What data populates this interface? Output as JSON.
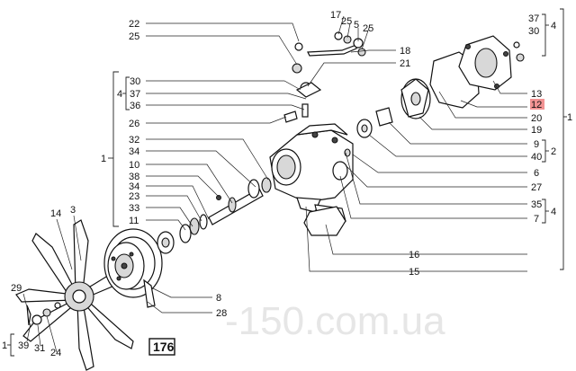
{
  "watermark": "-150.com.ua",
  "figure_number": "176",
  "labels": {
    "l22": "22",
    "l25a": "25",
    "l17": "17",
    "l25b": "25",
    "l5": "5",
    "l25c": "25",
    "l18": "18",
    "l21": "21",
    "l37a": "37",
    "l30a": "30",
    "l4a": "4",
    "l13": "13",
    "l12": "12",
    "l20": "20",
    "l19": "19",
    "l9": "9",
    "l40": "40",
    "l2": "2",
    "l6": "6",
    "l27": "27",
    "l35": "35",
    "l7": "7",
    "l4c": "4",
    "l1right": "1",
    "l30b": "30",
    "l37b": "37",
    "l36": "36",
    "l4b": "4",
    "l26": "26",
    "l32": "32",
    "l34a": "34",
    "l10": "10",
    "l38": "38",
    "l34b": "34",
    "l23": "23",
    "l33": "33",
    "l11": "11",
    "l1left": "1",
    "l14": "14",
    "l3": "3",
    "l16": "16",
    "l15": "15",
    "l29": "29",
    "l8": "8",
    "l28": "28",
    "l39": "39",
    "l31": "31",
    "l24": "24",
    "l1bottom": "1"
  }
}
